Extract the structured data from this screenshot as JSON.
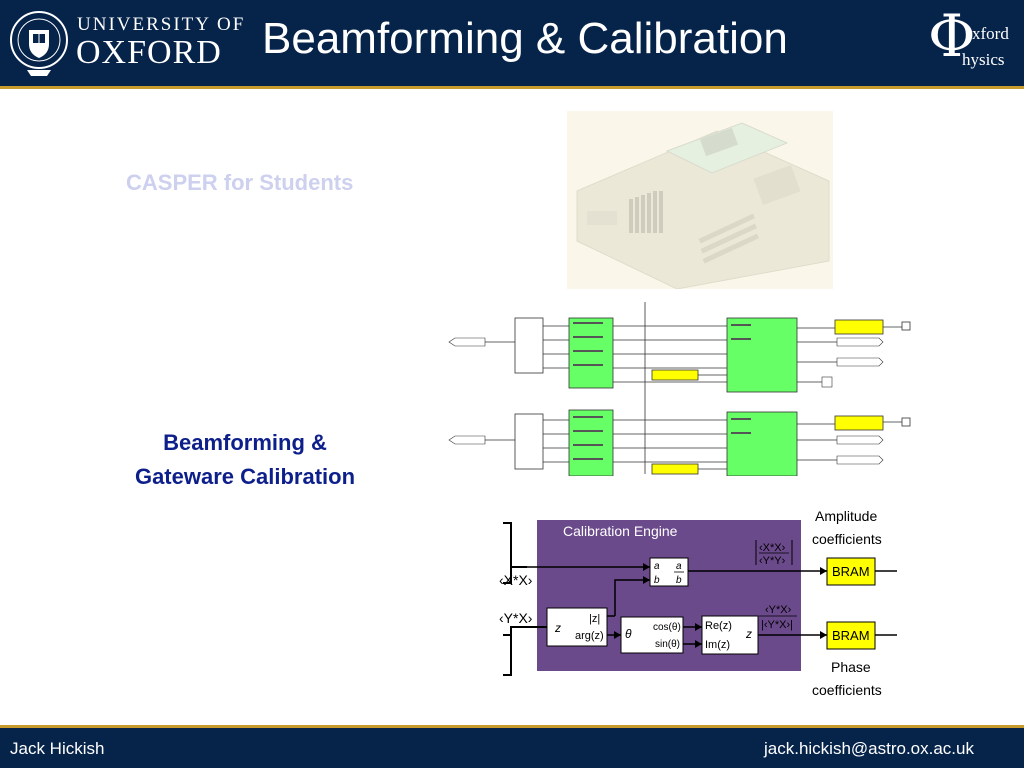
{
  "header": {
    "title": "Beamforming & Calibration",
    "university_line1": "UNIVERSITY OF",
    "university_line2": "OXFORD",
    "physics_logo_line1": "xford",
    "physics_logo_line2": "hysics"
  },
  "content": {
    "casper_label": "CASPER for Students",
    "beam_label_line1": "Beamforming &",
    "beam_label_line2": "Gateware Calibration"
  },
  "calibration_diagram": {
    "engine_title": "Calibration Engine",
    "input_xx": "‹X*X›",
    "input_yx": "‹Y*X›",
    "amp_num": "‹X*X›",
    "amp_den": "‹Y*Y›",
    "phase_num": "‹Y*X›",
    "phase_den": "|‹Y*X›|",
    "div_a": "a",
    "div_b": "b",
    "div_frac_top": "a",
    "div_frac_bot": "b",
    "polar_in": "z",
    "polar_abs": "|z|",
    "polar_arg": "arg(z)",
    "theta": "θ",
    "cos": "cos(θ)",
    "sin": "sin(θ)",
    "re": "Re(z)",
    "im": "Im(z)",
    "z_out": "z",
    "bram1": "BRAM",
    "bram2": "BRAM",
    "amp_label_1": "Amplitude",
    "amp_label_2": "coefficients",
    "phase_label_1": "Phase",
    "phase_label_2": "coefficients"
  },
  "footer": {
    "author": "Jack Hickish",
    "email": "jack.hickish@astro.ox.ac.uk"
  },
  "colors": {
    "navy": "#06234a",
    "gold": "#c99b2d",
    "engine_purple": "#6b4a8c",
    "bram_yellow": "#ffff00",
    "sim_green": "#66ff66"
  }
}
